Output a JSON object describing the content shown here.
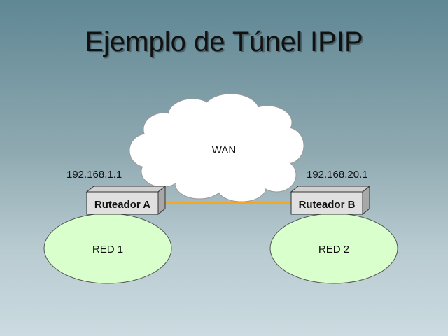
{
  "title": "Ejemplo de Túnel IPIP",
  "cloud": {
    "label": "WAN"
  },
  "router_a": {
    "label": "Ruteador A",
    "ip": "192.168.1.1"
  },
  "router_b": {
    "label": "Ruteador B",
    "ip": "192.168.20.1"
  },
  "network_1": {
    "label": "RED 1"
  },
  "network_2": {
    "label": "RED 2"
  },
  "colors": {
    "network_fill": "#d9ffcc",
    "router_fill": "#e0e0e0",
    "tunnel_line": "#f5a623",
    "cloud_fill": "#ffffff"
  }
}
